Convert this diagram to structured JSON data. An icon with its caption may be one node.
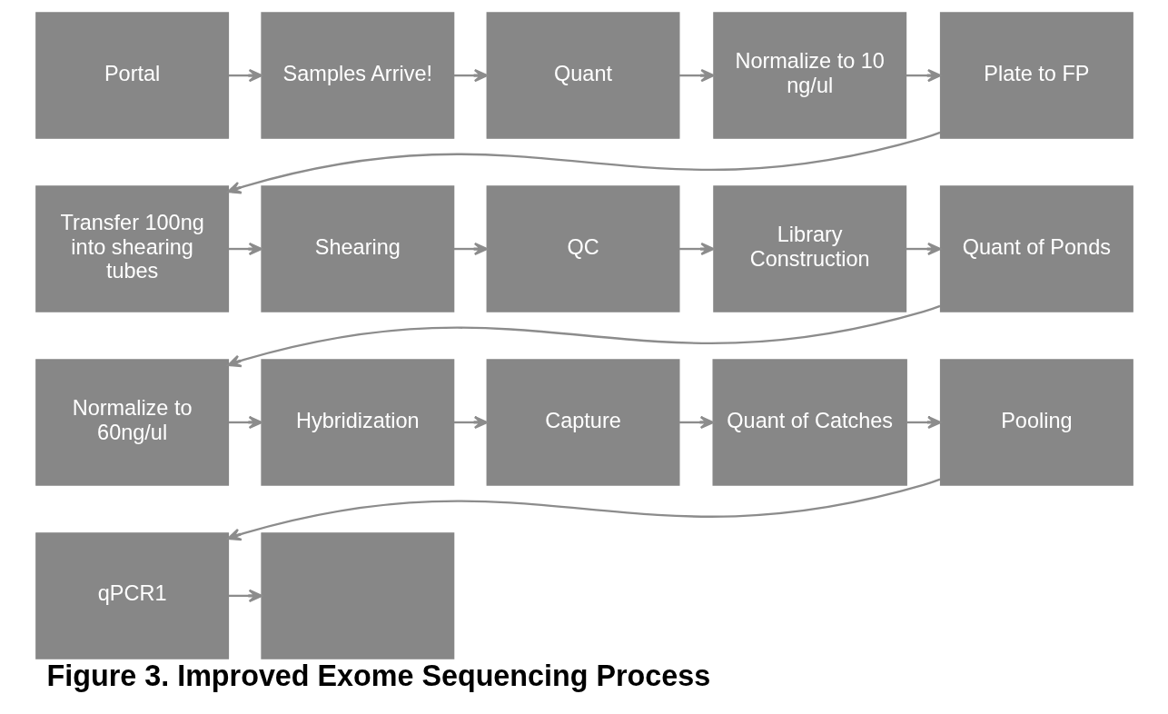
{
  "diagram": {
    "caption": "Figure 3. Improved Exome Sequencing Process",
    "nodes": [
      {
        "text": [
          "Portal"
        ]
      },
      {
        "text": [
          "Samples Arrive!"
        ]
      },
      {
        "text": [
          "Quant"
        ]
      },
      {
        "text": [
          "Normalize to 10 ng/ul"
        ]
      },
      {
        "text": [
          "Plate to FP"
        ]
      },
      {
        "text": [
          "Transfer 100ng into shearing tubes"
        ]
      },
      {
        "text": [
          "Shearing"
        ]
      },
      {
        "text": [
          "QC"
        ]
      },
      {
        "text": [
          "Library Construction"
        ]
      },
      {
        "text": [
          "Quant of Ponds"
        ]
      },
      {
        "text": [
          "Normalize to 60ng/ul"
        ]
      },
      {
        "text": [
          "Hybridization"
        ]
      },
      {
        "text": [
          "Capture"
        ]
      },
      {
        "text": [
          "Quant of Catches"
        ]
      },
      {
        "text": [
          "Pooling"
        ]
      },
      {
        "text": [
          "qPCR1"
        ]
      },
      {
        "text": [],
        "shape": "box"
      }
    ],
    "edges": [
      {
        "from": 0,
        "to": 1,
        "arrow": "to"
      },
      {
        "from": 1,
        "to": 2,
        "arrow": "to"
      },
      {
        "from": 2,
        "to": 3,
        "arrow": "to"
      },
      {
        "from": 3,
        "to": 4,
        "arrow": "to"
      },
      {
        "from": 4,
        "to": 5,
        "arrow": "to"
      },
      {
        "from": 5,
        "to": 6,
        "arrow": "to"
      },
      {
        "from": 6,
        "to": 7,
        "arrow": "to"
      },
      {
        "from": 7,
        "to": 8,
        "arrow": "to"
      },
      {
        "from": 8,
        "to": 9,
        "arrow": "to"
      },
      {
        "from": 9,
        "to": 10,
        "arrow": "to"
      },
      {
        "from": 10,
        "to": 11,
        "arrow": "to"
      },
      {
        "from": 11,
        "to": 12,
        "arrow": "to"
      },
      {
        "from": 12,
        "to": 13,
        "arrow": "to"
      },
      {
        "from": 13,
        "to": 14,
        "arrow": "to"
      },
      {
        "from": 14,
        "to": 15,
        "arrow": "to"
      },
      {
        "from": 15,
        "to": 16,
        "arrow": "to"
      }
    ]
  }
}
